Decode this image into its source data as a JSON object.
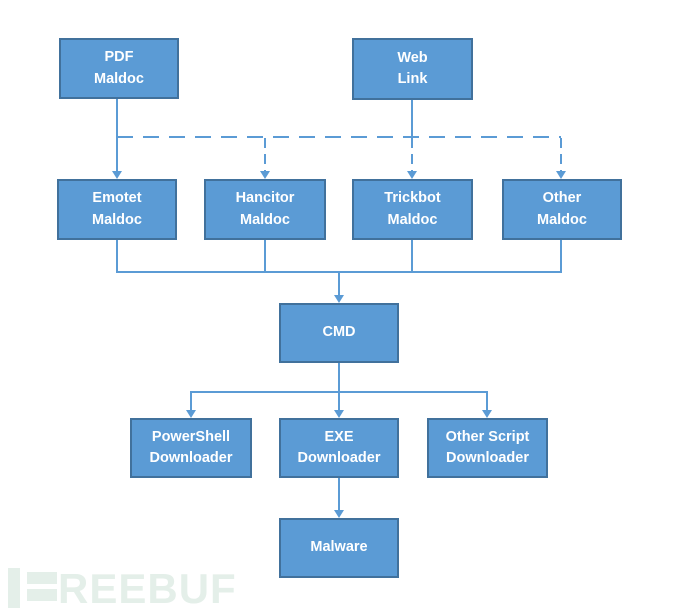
{
  "diagram": {
    "type": "flowchart",
    "colors": {
      "box_fill": "#5b9bd5",
      "box_border": "#41719c",
      "connector": "#5b9bd5",
      "box_text": "#ffffff",
      "background": "#ffffff",
      "watermark": "#e4efe9"
    },
    "nodes": {
      "pdf_maldoc": {
        "label": "PDF\nMaldoc"
      },
      "web_link": {
        "label": "Web\nLink"
      },
      "emotet_maldoc": {
        "label": "Emotet\nMaldoc"
      },
      "hancitor_maldoc": {
        "label": "Hancitor\nMaldoc"
      },
      "trickbot_maldoc": {
        "label": "Trickbot\nMaldoc"
      },
      "other_maldoc": {
        "label": "Other\nMaldoc"
      },
      "cmd": {
        "label": "CMD"
      },
      "powershell_downloader": {
        "label": "PowerShell\nDownloader"
      },
      "exe_downloader": {
        "label": "EXE\nDownloader"
      },
      "other_script_downloader": {
        "label": "Other Script\nDownloader"
      },
      "malware": {
        "label": "Malware"
      }
    },
    "edges": [
      {
        "from": "pdf_maldoc",
        "to": "emotet_maldoc",
        "style": "solid"
      },
      {
        "from": "web_link",
        "to": "trickbot_maldoc",
        "style": "solid"
      },
      {
        "from": "pdf_maldoc",
        "to": "hancitor_maldoc",
        "style": "dashed"
      },
      {
        "from": "pdf_maldoc",
        "to": "trickbot_maldoc",
        "style": "dashed"
      },
      {
        "from": "pdf_maldoc",
        "to": "other_maldoc",
        "style": "dashed"
      },
      {
        "from": "web_link",
        "to": "hancitor_maldoc",
        "style": "dashed"
      },
      {
        "from": "web_link",
        "to": "other_maldoc",
        "style": "dashed"
      },
      {
        "from": "emotet_maldoc",
        "to": "cmd",
        "style": "solid"
      },
      {
        "from": "hancitor_maldoc",
        "to": "cmd",
        "style": "solid"
      },
      {
        "from": "trickbot_maldoc",
        "to": "cmd",
        "style": "solid"
      },
      {
        "from": "other_maldoc",
        "to": "cmd",
        "style": "solid"
      },
      {
        "from": "cmd",
        "to": "powershell_downloader",
        "style": "solid"
      },
      {
        "from": "cmd",
        "to": "exe_downloader",
        "style": "solid"
      },
      {
        "from": "cmd",
        "to": "other_script_downloader",
        "style": "solid"
      },
      {
        "from": "exe_downloader",
        "to": "malware",
        "style": "solid"
      }
    ]
  },
  "watermark": {
    "text": "REEBUF",
    "icon": "freebuf-logo-bars"
  }
}
